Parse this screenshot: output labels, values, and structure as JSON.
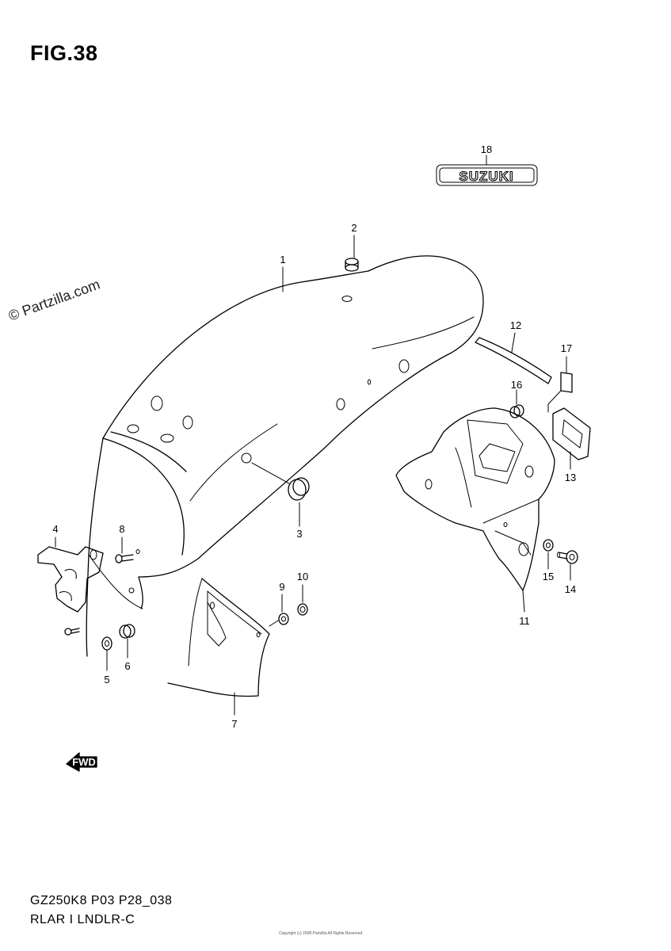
{
  "figure": {
    "title": "FIG.38",
    "watermark": "© Partzilla.com",
    "model_code": "GZ250K8 P03 P28_038",
    "section_name": "RLAR I LNDLR-C",
    "fine_print": "Copyright (c) 2008 Partzilla All Rights Reserved"
  },
  "logo": {
    "text": "SUZUKI"
  },
  "fwd_label": "FWD",
  "callouts": [
    {
      "number": "1"
    },
    {
      "number": "2"
    },
    {
      "number": "3"
    },
    {
      "number": "4"
    },
    {
      "number": "5"
    },
    {
      "number": "6"
    },
    {
      "number": "7"
    },
    {
      "number": "8"
    },
    {
      "number": "9"
    },
    {
      "number": "10"
    },
    {
      "number": "11"
    },
    {
      "number": "12"
    },
    {
      "number": "13"
    },
    {
      "number": "14"
    },
    {
      "number": "15"
    },
    {
      "number": "16"
    },
    {
      "number": "17"
    },
    {
      "number": "18"
    }
  ]
}
